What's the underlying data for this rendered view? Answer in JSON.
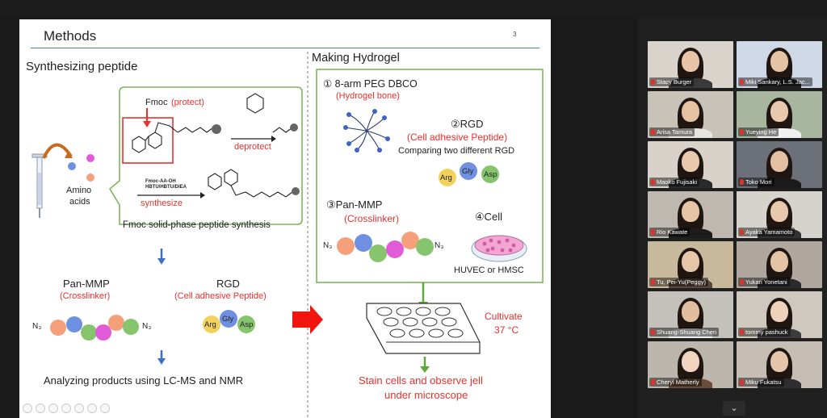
{
  "slide": {
    "title": "Methods",
    "page_number": "3",
    "left": {
      "heading": "Synthesizing peptide",
      "fmoc_label": "Fmoc",
      "protect_label": "(protect)",
      "deprotect_label": "deprotect",
      "amino_acids_line1": "Amino",
      "amino_acids_line2": "acids",
      "reagent_line1": "Fmoc-AA-OH",
      "reagent_line2": "HBTU/HBTU/DIEA",
      "synthesize_label": "synthesize",
      "spps_caption": "Fmoc solid-phase peptide synthesis",
      "pan_mmp_title": "Pan-MMP",
      "pan_mmp_sub": "(Crosslinker)",
      "rgd_title": "RGD",
      "rgd_sub": "(Cell adhesive Peptide)",
      "n3_left": "N₃",
      "n3_right": "N₃",
      "arg": "Arg",
      "gly": "Gly",
      "asp": "Asp",
      "analysis_caption": "Analyzing products using LC-MS and NMR"
    },
    "right": {
      "heading": "Making Hydrogel",
      "item1_title": "① 8-arm PEG DBCO",
      "item1_sub": "(Hydrogel bone)",
      "item2_title": "②RGD",
      "item2_sub": "(Cell adhesive Peptide)",
      "item2_note": "Comparing two different RGD",
      "arg": "Arg",
      "gly": "Gly",
      "asp": "Asp",
      "item3_title": "③Pan-MMP",
      "item3_sub": "(Crosslinker)",
      "n3_left": "N₃",
      "n3_right": "N₃",
      "item4_title": "④Cell",
      "cell_caption": "HUVEC or HMSC",
      "cultivate_line1": "Cultivate",
      "cultivate_line2": "37 °C",
      "stain_line1": "Stain cells and observe jell",
      "stain_line2": "under microscope"
    }
  },
  "participants": [
    {
      "name": "Stacy Burger",
      "bg": "#d9d3cc",
      "skin": "#e8c4a8",
      "shirt": "#3a3a3a"
    },
    {
      "name": "Miki Sankary, L.S. Jac...",
      "bg": "#cfd8e6",
      "skin": "#e5c4a4",
      "shirt": "#222222"
    },
    {
      "name": "Arisa Tamura",
      "bg": "#c9c2b8",
      "skin": "#e6c2a3",
      "shirt": "#e8e4de"
    },
    {
      "name": "Yueying He",
      "bg": "#a8b6a0",
      "skin": "#e9c8ad",
      "shirt": "#f0f0f0"
    },
    {
      "name": "Maoko Fujisaki",
      "bg": "#d8d2ca",
      "skin": "#e9c9ae",
      "shirt": "#2a2a2a"
    },
    {
      "name": "Toko Mori",
      "bg": "#6c7078",
      "skin": "#e4c0a2",
      "shirt": "#1a1a1a"
    },
    {
      "name": "Rio Kawate",
      "bg": "#bfb8b0",
      "skin": "#e6c4a6",
      "shirt": "#1c1c1c"
    },
    {
      "name": "Ayaka Yamamoto",
      "bg": "#d6d2cc",
      "skin": "#e8c8ac",
      "shirt": "#333333"
    },
    {
      "name": "Tu, Pei-Yu(Peggy)",
      "bg": "#c8b89c",
      "skin": "#e8c6a8",
      "shirt": "#5a4a3c"
    },
    {
      "name": "Yukari Yonetani",
      "bg": "#b0a89e",
      "skin": "#e4c2a4",
      "shirt": "#2b2b2b"
    },
    {
      "name": "Shuang-Shuang Chen",
      "bg": "#c4c0ba",
      "skin": "#e2bea0",
      "shirt": "#ececec"
    },
    {
      "name": "tommy pashuck",
      "bg": "#cfc8be",
      "skin": "#efd2bc",
      "shirt": "#3c3c3c"
    },
    {
      "name": "Cheryl Matherly",
      "bg": "#bdb6ac",
      "skin": "#f0d4c0",
      "shirt": "#6a4e3a"
    },
    {
      "name": "Miku Fukatsu",
      "bg": "#c6beb4",
      "skin": "#e6c6aa",
      "shirt": "#2e2e2e"
    }
  ],
  "colors": {
    "red": "#e8312d",
    "green_border": "#7db65a",
    "blue_arrow": "#3d6fc4",
    "orange": "#f4a07a",
    "blue": "#6f8fe0",
    "green": "#86c46e",
    "pink": "#e15ad8",
    "yellow": "#f2d25c"
  },
  "icons": {
    "mic_muted": "mic-muted-icon",
    "chevron": "chevron-down-icon"
  }
}
